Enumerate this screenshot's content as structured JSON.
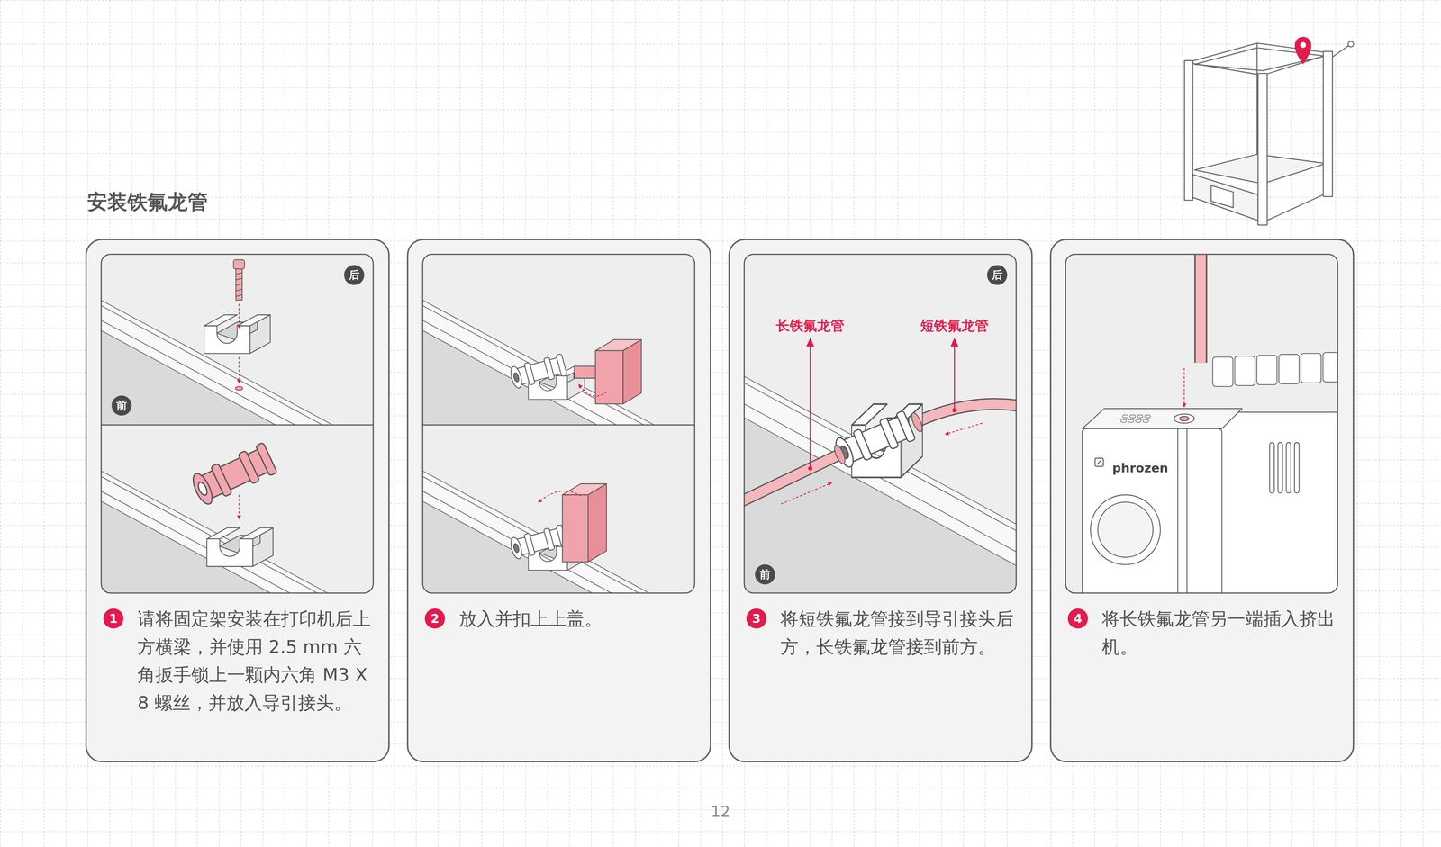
{
  "diagram": {
    "title": "安装铁氟龙管",
    "nodes": [
      {
        "text": [
          "请将固定架安装在打印机后上方横梁，并使用 2.5 mm 六角扳手锁上一颗内六角 M3 X 8 螺丝，并放入导引接头。"
        ]
      },
      {
        "text": [
          "后"
        ],
        "in": 0
      },
      {
        "text": [
          "前"
        ],
        "in": 0
      },
      {
        "text": [
          "1"
        ],
        "in": 0
      },
      {
        "text": [
          "放入并扣上上盖。"
        ]
      },
      {
        "text": [
          "2"
        ],
        "in": 4
      },
      {
        "text": [
          "将短铁氟龙管接到导引接头后方，长铁氟龙管接到前方。"
        ]
      },
      {
        "text": [
          "后"
        ],
        "in": 6
      },
      {
        "text": [
          "前"
        ],
        "in": 6
      },
      {
        "text": [
          "3"
        ],
        "in": 6
      },
      {
        "text": [
          "将长铁氟龙管另一端插入挤出机。"
        ]
      },
      {
        "text": [
          "4"
        ],
        "in": 10
      }
    ],
    "labels": [
      "长铁氟龙管",
      "短铁氟龙管",
      "phrozen",
      "12"
    ]
  }
}
